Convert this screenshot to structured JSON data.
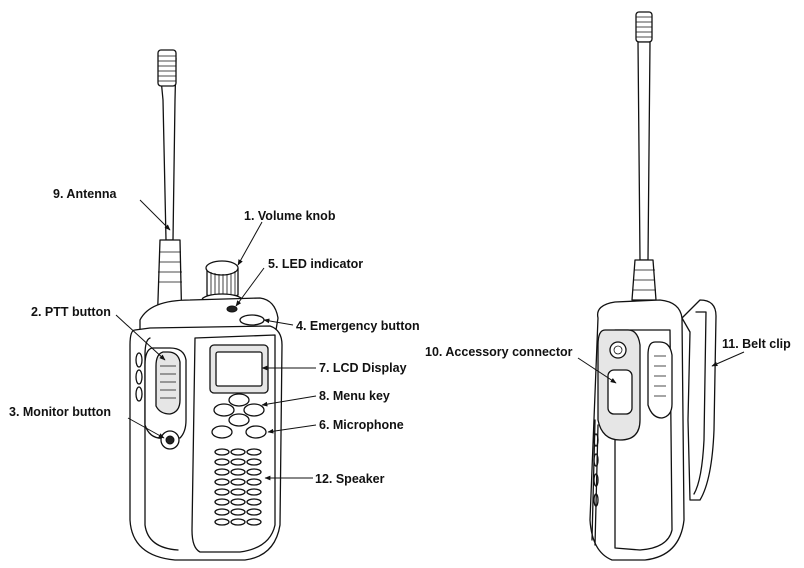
{
  "labels": {
    "antenna": "9. Antenna",
    "volume_knob": "1. Volume knob",
    "led_indicator": "5. LED indicator",
    "ptt_button": "2. PTT button",
    "emergency_button": "4. Emergency button",
    "lcd_display": "7. LCD Display",
    "menu_key": "8. Menu key",
    "monitor_button": "3. Monitor button",
    "microphone": "6. Microphone",
    "speaker": "12. Speaker",
    "accessory_connector": "10. Accessory connector",
    "belt_clip": "11. Belt clip"
  },
  "colors": {
    "line": "#111111",
    "background": "#ffffff",
    "shade": "#e6e6e6"
  }
}
